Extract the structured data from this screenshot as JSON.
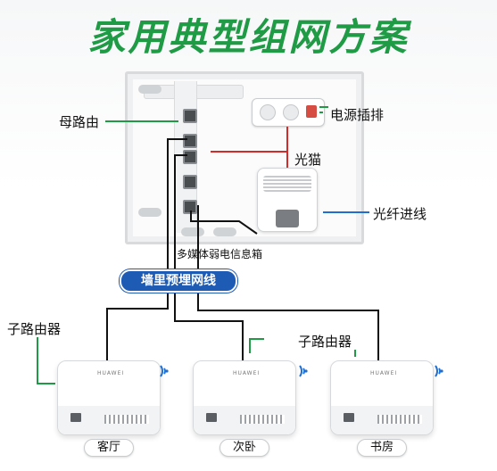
{
  "title": "家用典型组网方案",
  "labels": {
    "main_router": "母路由",
    "power_strip": "电源插排",
    "optical_modem": "光猫",
    "fiber_in": "光纤进线",
    "enclosure": "多媒体弱电信息箱",
    "in_wall_cable": "墙里预埋网线",
    "sub_router_left": "子路由器",
    "sub_router_right": "子路由器"
  },
  "routers": [
    {
      "room": "客厅",
      "brand": "HUAWEI"
    },
    {
      "room": "次卧",
      "brand": "HUAWEI"
    },
    {
      "room": "书房",
      "brand": "HUAWEI"
    }
  ],
  "colors": {
    "title": "#1f9a45",
    "leader_lines": "#1f9a45",
    "power_cable": "#d32a2a",
    "fiber_leader": "#1e6fd1",
    "pill": "#1e5bb5",
    "network_cable": "#111111"
  },
  "icons": [
    "wifi-icon",
    "ethernet-port-icon",
    "power-socket-icon"
  ]
}
